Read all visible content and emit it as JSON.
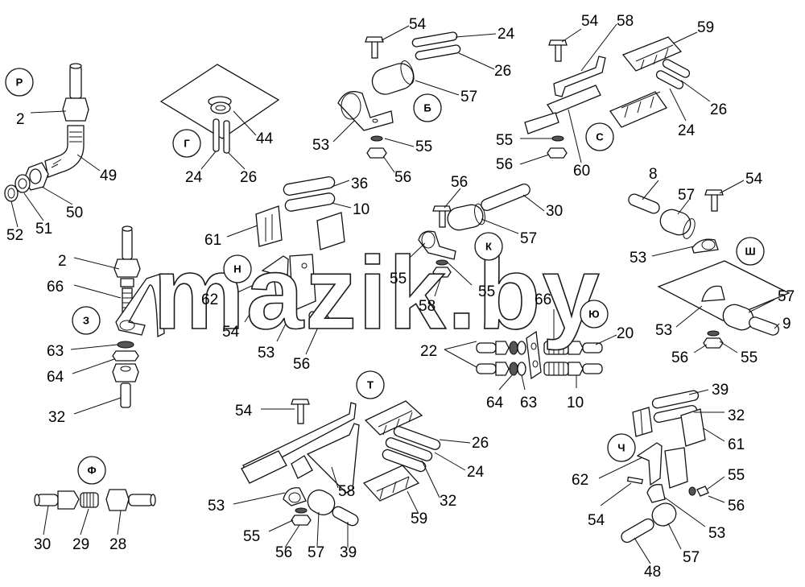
{
  "watermark": "mazik.by",
  "corner_mark": "",
  "groups": [
    {
      "id": "p",
      "label": "Р"
    },
    {
      "id": "g",
      "label": "Г"
    },
    {
      "id": "b",
      "label": "Б"
    },
    {
      "id": "s",
      "label": "С"
    },
    {
      "id": "n",
      "label": "Н"
    },
    {
      "id": "k",
      "label": "К"
    },
    {
      "id": "sh",
      "label": "Ш"
    },
    {
      "id": "z",
      "label": "З"
    },
    {
      "id": "yu",
      "label": "Ю"
    },
    {
      "id": "t",
      "label": "Т"
    },
    {
      "id": "ch",
      "label": "Ч"
    },
    {
      "id": "f",
      "label": "Ф"
    }
  ],
  "part_numbers": [
    "2",
    "49",
    "50",
    "51",
    "52",
    "44",
    "24",
    "26",
    "54",
    "24",
    "26",
    "57",
    "53",
    "55",
    "56",
    "54",
    "58",
    "59",
    "26",
    "24",
    "55",
    "56",
    "60",
    "36",
    "10",
    "61",
    "62",
    "54",
    "53",
    "56",
    "56",
    "30",
    "57",
    "55",
    "55",
    "58",
    "8",
    "57",
    "54",
    "53",
    "57",
    "53",
    "9",
    "56",
    "55",
    "2",
    "66",
    "63",
    "64",
    "32",
    "66",
    "20",
    "22",
    "64",
    "63",
    "10",
    "54",
    "26",
    "24",
    "53",
    "58",
    "32",
    "59",
    "55",
    "56",
    "57",
    "39",
    "39",
    "32",
    "61",
    "62",
    "55",
    "54",
    "56",
    "53",
    "57",
    "48",
    "30",
    "29",
    "28"
  ]
}
